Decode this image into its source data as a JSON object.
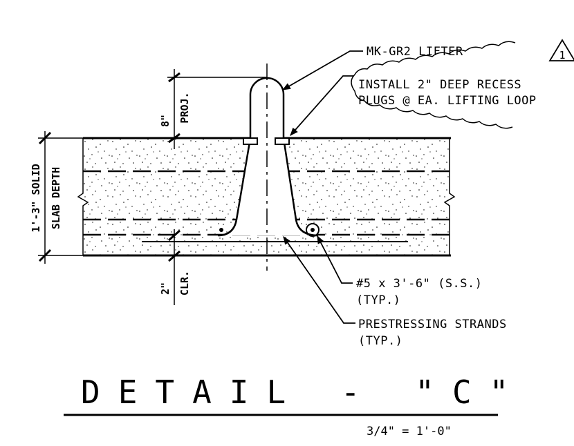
{
  "callouts": {
    "lifter": "MK-GR2 LIFTER",
    "revision": "1",
    "recess_line1": "INSTALL 2\" DEEP RECESS",
    "recess_line2": "PLUGS @ EA. LIFTING LOOP",
    "bar_line1": "#5 x 3'-6\" (S.S.)",
    "bar_line2": "(TYP.)",
    "strand_line1": "PRESTRESSING STRANDS",
    "strand_line2": "(TYP.)"
  },
  "dimensions": {
    "projection_value": "8\"",
    "projection_label": "PROJ.",
    "slab_value": "1'-3\" SOLID",
    "slab_label": "SLAB DEPTH",
    "clear_value": "2\"",
    "clear_label": "CLR."
  },
  "title": {
    "text": "DETAIL - \"C\"",
    "scale": "3/4\" = 1'-0\""
  }
}
